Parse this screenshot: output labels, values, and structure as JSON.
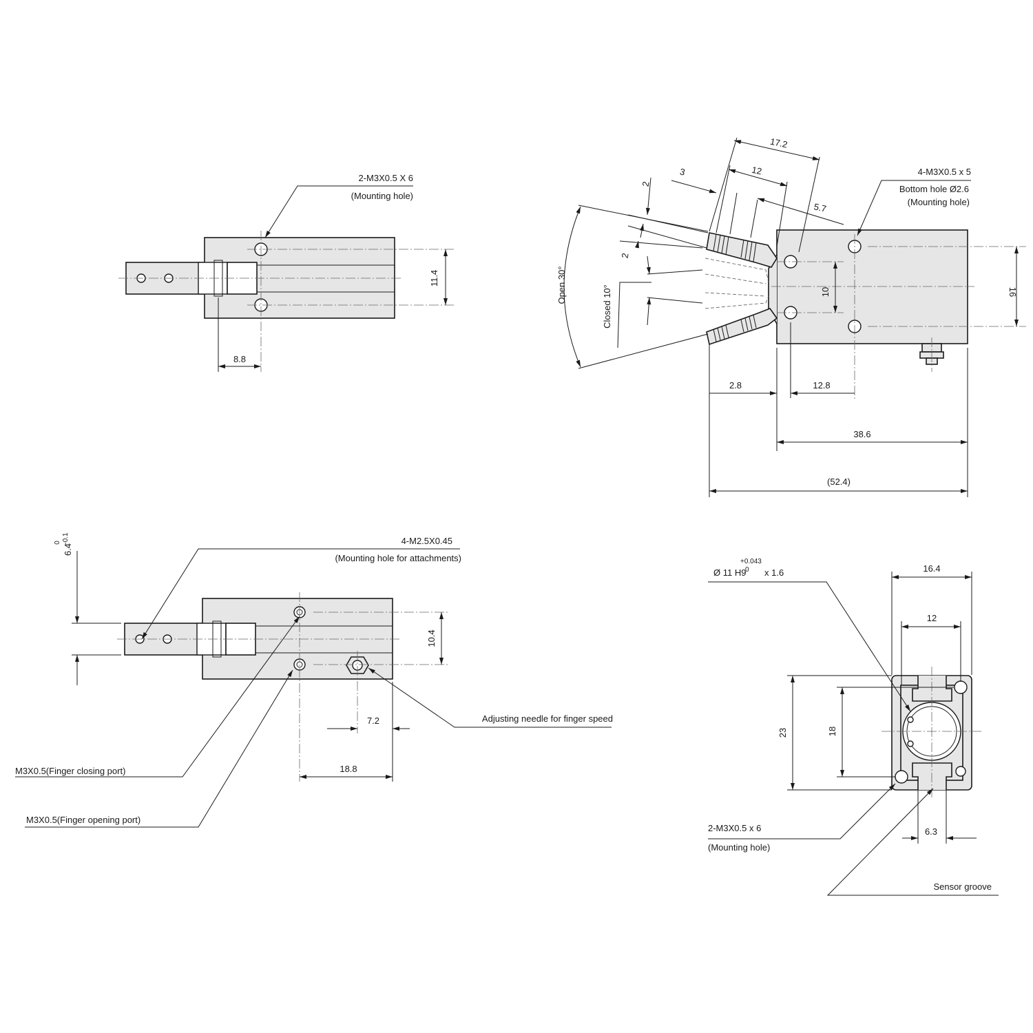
{
  "top_left_view": {
    "callout_title": "2-M3X0.5 X 6",
    "callout_note": "(Mounting hole)",
    "dim_vertical": "11.4",
    "dim_horizontal": "8.8"
  },
  "top_right_view": {
    "dim_17_2": "17.2",
    "dim_12": "12",
    "dim_3": "3",
    "dim_5_7": "5.7",
    "dim_2_upper": "2",
    "dim_2_lower": "2",
    "open_angle": "Open 30°",
    "closed_angle": "Closed 10°",
    "callout_title": "4-M3X0.5 x 5",
    "callout_line2": "Bottom hole Ø2.6",
    "callout_line3": "(Mounting hole)",
    "dim_10": "10",
    "dim_16": "16",
    "dim_2_8": "2.8",
    "dim_12_8": "12.8",
    "dim_38_6": "38.6",
    "dim_52_4": "(52.4)"
  },
  "bottom_left_view": {
    "tolerance_top": "0",
    "tolerance_bottom": "-0.1",
    "dim_6_4": "6.4",
    "callout_attach": "4-M2.5X0.45",
    "callout_attach_note": "(Mounting hole for attachments)",
    "dim_10_4": "10.4",
    "dim_7_2": "7.2",
    "dim_18_8": "18.8",
    "needle_label": "Adjusting needle for finger speed",
    "closing_port": "M3X0.5(Finger closing port)",
    "opening_port": "M3X0.5(Finger opening port)"
  },
  "bottom_right_view": {
    "bore_prefix": "Ø 11 H9",
    "bore_tol_upper": "+0.043",
    "bore_tol_lower": "0",
    "bore_suffix": "x  1.6",
    "dim_16_4": "16.4",
    "dim_12": "12",
    "dim_23": "23",
    "dim_18": "18",
    "dim_6_3": "6.3",
    "mount_title": "2-M3X0.5 x 6",
    "mount_note": "(Mounting hole)",
    "sensor_groove": "Sensor groove"
  }
}
